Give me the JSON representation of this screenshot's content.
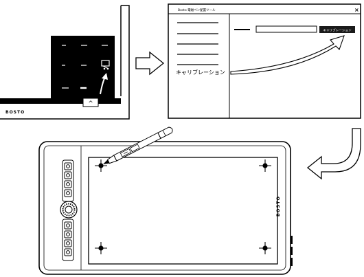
{
  "screen1": {
    "taskbar_label": "BOSTO",
    "tray_expand_glyph": "^"
  },
  "screen2": {
    "window_title": "Bosto 電磁ペン配置ツール",
    "close_glyph": "×",
    "calibration_label": "キャリブレーション",
    "calibration_button_label": "キャリブレーション"
  },
  "tablet": {
    "brand_label": "BOSTO"
  },
  "icons": {
    "arrow_right": "hollow-arrow-right-icon",
    "arrow_down_left": "hollow-curved-arrow-icon",
    "tray_arrow": "curved-up-arrow-icon",
    "tray_tablet": "tablet-tray-icon",
    "stylus": "stylus-pen-icon",
    "crosshair": "crosshair-target-icon",
    "dial": "rotary-dial-icon"
  },
  "colors": {
    "line": "#000000",
    "background": "#ffffff",
    "tray": "#000000",
    "button_fill": "#1a1a1a"
  }
}
